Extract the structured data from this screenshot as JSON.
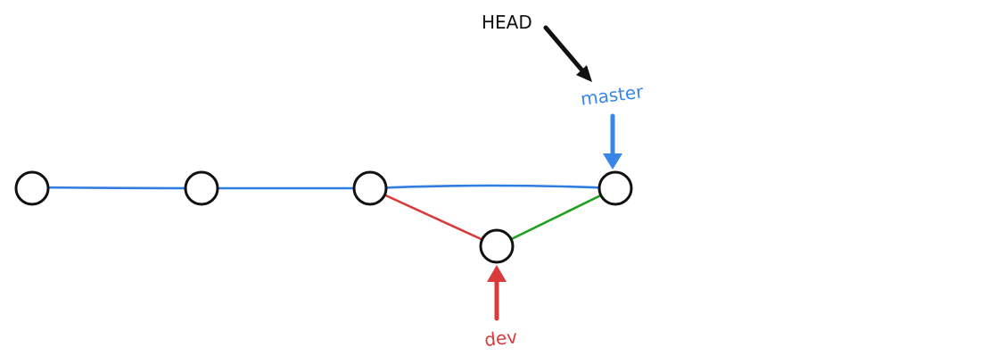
{
  "diagram": {
    "head_label": "HEAD",
    "master_label": "master",
    "dev_label": "dev"
  },
  "colors": {
    "master_line": "#2f7de0",
    "dev_line": "#d93a3a",
    "merge_line": "#22a022",
    "head_arrow": "#111111",
    "node_stroke": "#111111",
    "master_label": "#3a86e8",
    "dev_label": "#d93a3a"
  }
}
